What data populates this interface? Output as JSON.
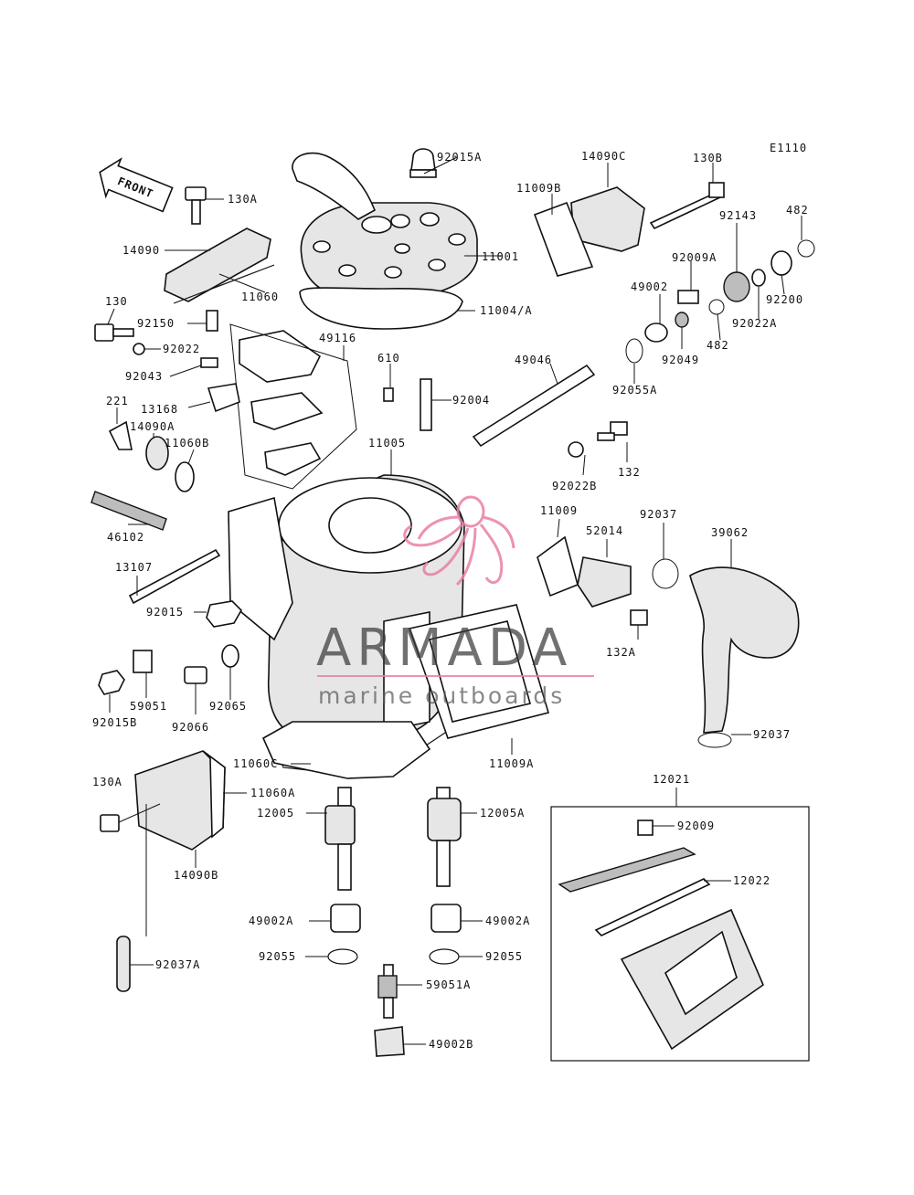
{
  "diagram": {
    "ref_code": "E1110",
    "front_arrow": "FRONT"
  },
  "watermark": {
    "brand": "ARMADA",
    "tagline": "marine outboards",
    "accent_color": "#e97fa8"
  },
  "parts": {
    "p92015A": "92015A",
    "p14090C": "14090C",
    "p130B": "130B",
    "p11009B": "11009B",
    "p130A_top": "130A",
    "p14090": "14090",
    "p11001": "11001",
    "p482_top": "482",
    "p92143": "92143",
    "p92009A": "92009A",
    "p11060": "11060",
    "p11004A": "11004/A",
    "p49002": "49002",
    "p92200": "92200",
    "p92022A": "92022A",
    "p130": "130",
    "p92150": "92150",
    "p92022": "92022",
    "p49116": "49116",
    "p482_mid": "482",
    "p92049": "92049",
    "p610": "610",
    "p92043": "92043",
    "p49046": "49046",
    "p92055A": "92055A",
    "p221": "221",
    "p13168": "13168",
    "p92004": "92004",
    "p14090A": "14090A",
    "p11060B": "11060B",
    "p11005": "11005",
    "p132": "132",
    "p92022B": "92022B",
    "p11009": "11009",
    "p92037_top": "92037",
    "p52014": "52014",
    "p39062": "39062",
    "p46102": "46102",
    "p13107": "13107",
    "p92015": "92015",
    "p132A": "132A",
    "p59051": "59051",
    "p92065": "92065",
    "p92015B": "92015B",
    "p92066": "92066",
    "p92037_bot": "92037",
    "p11060C": "11060C",
    "p11009A": "11009A",
    "p12021": "12021",
    "p130A_bot": "130A",
    "p11060A": "11060A",
    "p12005": "12005",
    "p12005A": "12005A",
    "p92009": "92009",
    "p14090B": "14090B",
    "p12022": "12022",
    "p49002A_l": "49002A",
    "p49002A_r": "49002A",
    "p92055_l": "92055",
    "p92055_r": "92055",
    "p59051A": "59051A",
    "p92037A": "92037A",
    "p49002B": "49002B"
  }
}
